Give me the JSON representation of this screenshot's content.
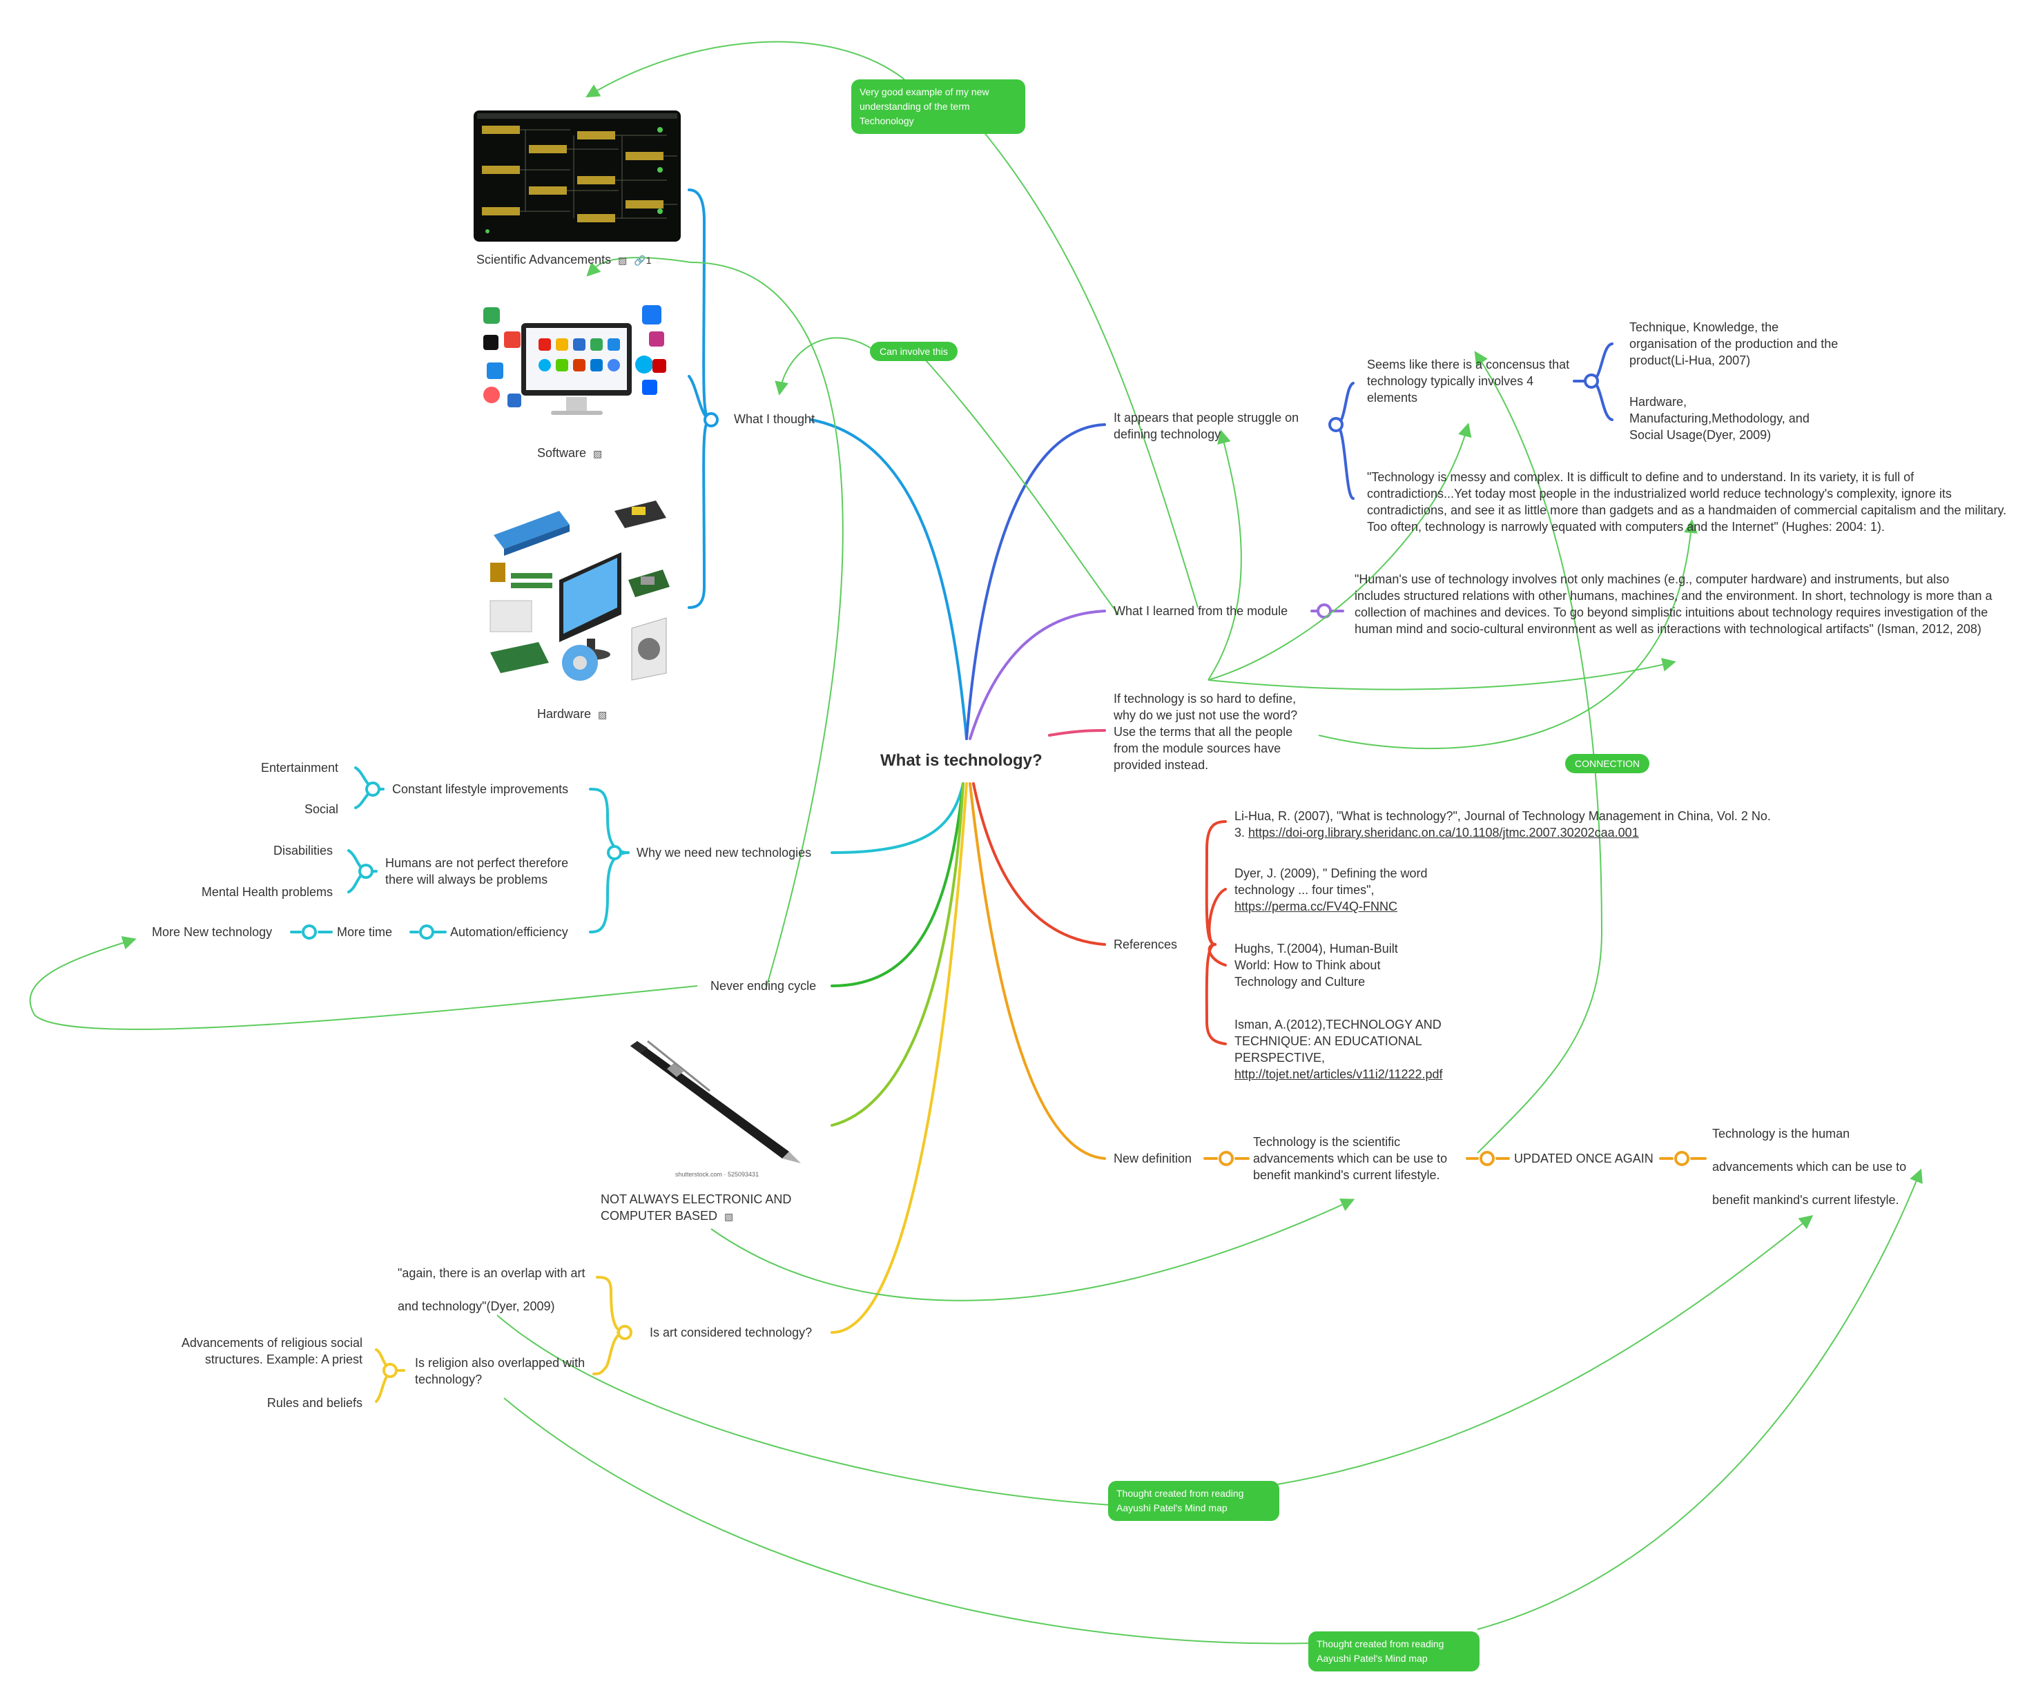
{
  "central_topic": "What is technology?",
  "branches": {
    "what_i_thought": {
      "label": "What I thought",
      "images": [
        {
          "caption": "Scientific Advancements",
          "icon": "image-icon",
          "link_count": "1"
        },
        {
          "caption": "Software",
          "icon": "image-icon"
        },
        {
          "caption": "Hardware",
          "icon": "image-icon"
        }
      ]
    },
    "struggle": {
      "label": "It appears that people struggle on defining technology",
      "concensus": "Seems like there is a concensus that technology typically involves 4 elements",
      "elements": [
        "Technique, Knowledge, the organisation of the production and the product(Li-Hua, 2007)",
        "Hardware, Manufacturing,Methodology, and Social Usage(Dyer, 2009)"
      ],
      "quote": "\"Technology is messy and complex. It is difficult to define and to understand. In its variety, it is full of contradictions...Yet today most people in the industrialized world reduce technology's complexity, ignore its contradictions, and see it as little more than gadgets and as a handmaiden of commercial capitalism and the military. Too often, technology is narrowly equated with computers and the Internet\" (Hughes: 2004: 1)."
    },
    "learned": {
      "label": "What I learned from the module",
      "quote": "\"Human's use of technology involves not only machines (e.g., computer hardware) and instruments, but also includes structured relations with other humans, machines, and the environment. In short, technology is more than a collection of machines and devices. To go beyond simplistic intuitions about technology requires investigation of the human mind and socio-cultural environment as well as interactions with technological artifacts\" (Isman, 2012, 208)"
    },
    "hard_to_define": {
      "label": "If technology is so hard to define, why do we just not use the word? Use the terms that all the people from the module sources have provided instead."
    },
    "references": {
      "label": "References",
      "items": [
        {
          "text": "Li-Hua, R. (2007), \"What is technology?\", Journal of Technology Management in China, Vol. 2 No. 3. ",
          "link": "https://doi-org.library.sheridanc.on.ca/10.1108/jtmc.2007.30202caa.001"
        },
        {
          "text": "Dyer, J. (2009), \" Defining the word technology ... four times\", ",
          "link": "https://perma.cc/FV4Q-FNNC"
        },
        {
          "text": "Hughs, T.(2004), Human-Built World: How to Think about Technology and Culture",
          "link": ""
        },
        {
          "text": "Isman, A.(2012),TECHNOLOGY AND TECHNIQUE: AN EDUCATIONAL PERSPECTIVE, ",
          "link": "http://tojet.net/articles/v11i2/11222.pdf"
        }
      ]
    },
    "new_definition": {
      "label": "New definition",
      "definition": "Technology is the scientific advancements which can be use to benefit mankind's current lifestyle.",
      "updated_label": "UPDATED ONCE AGAIN",
      "updated_definition": "Technology is the human advancements which can be use to benefit mankind's current lifestyle."
    },
    "why_new_tech": {
      "label": "Why we need new technologies",
      "lifestyle": "Constant lifestyle improvements",
      "lifestyle_items": [
        "Entertainment",
        "Social"
      ],
      "imperfect": "Humans are not perfect therefore there will always be problems",
      "imperfect_items": [
        "Disabilities",
        "Mental Health problems"
      ],
      "automation": "Automation/efficiency",
      "more_time": "More time",
      "more_tech": "More New technology"
    },
    "cycle": {
      "label": "Never ending cycle"
    },
    "pen": {
      "caption": "NOT ALWAYS ELECTRONIC AND COMPUTER BASED",
      "icon": "image-icon",
      "watermark": "shutterstock.com · 525093431"
    },
    "art": {
      "label": "Is art considered technology?",
      "overlap_quote": "\"again, there is an overlap with art and technology\"(Dyer, 2009)",
      "religion": "Is religion also overlapped with technology?",
      "religion_items": [
        "Advancements of religious social structures. Example: A priest",
        "Rules and beliefs"
      ]
    }
  },
  "notes": {
    "good_example": "Very good example of my new understanding of the term Techonology",
    "can_involve": "Can involve this",
    "connection": "CONNECTION",
    "aayushi_1": "Thought created from reading Aayushi Patel's Mind map",
    "aayushi_2": "Thought created from reading Aayushi Patel's Mind map"
  },
  "colors": {
    "blue": "#1a9be0",
    "indigo": "#3b63d8",
    "purple": "#9a6be0",
    "pink": "#e84d7a",
    "red": "#e8452c",
    "orange": "#f0a21c",
    "yellow": "#f2c928",
    "lime": "#8bc92d",
    "green": "#2fb62f",
    "teal": "#22c1d3",
    "note_green": "#3fc63f"
  }
}
